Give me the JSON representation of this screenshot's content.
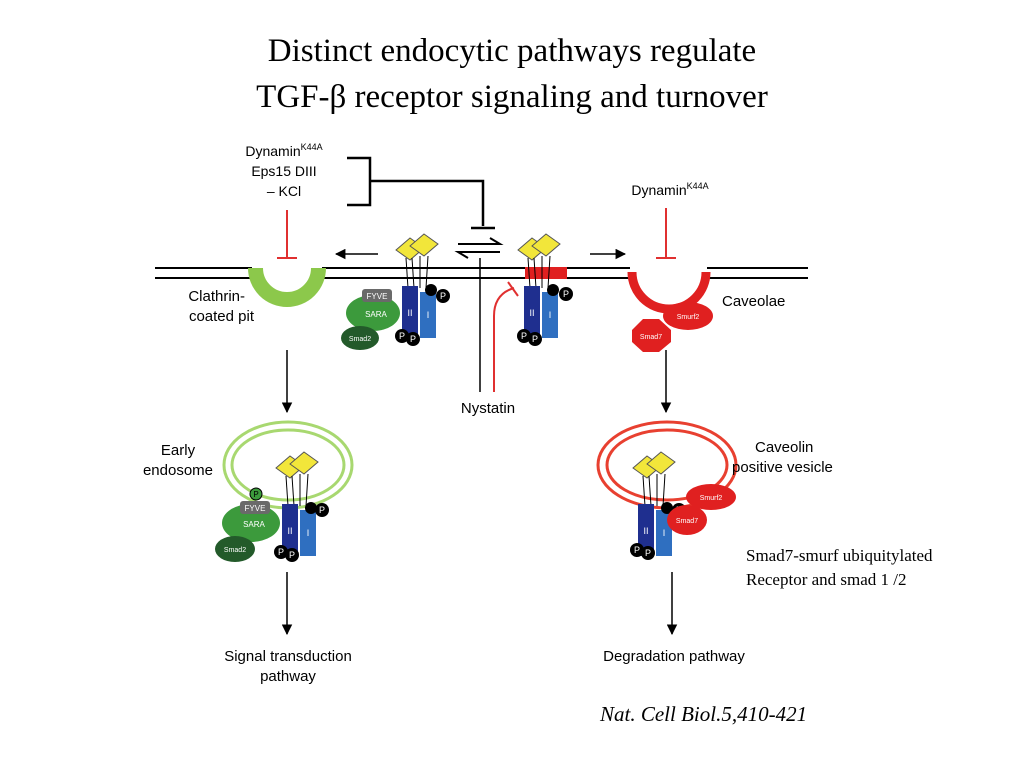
{
  "title": {
    "line1": "Distinct endocytic pathways regulate",
    "line2": "TGF-β receptor signaling and turnover"
  },
  "labels": {
    "inhibitors_left": {
      "line1": "Dynamin",
      "line1_sup": "K44A",
      "line2": "Eps15 DIII",
      "line3": "– KCl"
    },
    "inhibitor_right": {
      "text": "Dynamin",
      "sup": "K44A"
    },
    "clathrin": {
      "line1": "Clathrin-",
      "line2": "coated pit"
    },
    "caveolae": "Caveolae",
    "nystatin": "Nystatin",
    "early_endosome": {
      "line1": "Early",
      "line2": "endosome"
    },
    "caveolin_vesicle": {
      "line1": "Caveolin",
      "line2": "positive vesicle"
    },
    "signal_pathway": {
      "line1": "Signal transduction",
      "line2": "pathway"
    },
    "degradation_pathway": "Degradation pathway"
  },
  "proteins": {
    "fyve": "FYVE",
    "sara": "SARA",
    "smad2": "Smad2",
    "smad7": "Smad7",
    "smurf2": "Smurf2",
    "receptor_ii": "II",
    "receptor_i": "I",
    "phospho": "P"
  },
  "note": {
    "line1": "Smad7-smurf ubiquitylated",
    "line2": "Receptor and smad 1 /2"
  },
  "citation": "Nat. Cell Biol.5,410-421",
  "colors": {
    "clathrin_green": "#8cc84b",
    "sara_green": "#3c9a3c",
    "smad2_dark_green": "#235a2a",
    "caveolae_red": "#e02020",
    "receptor_navy": "#1f2f8f",
    "receptor_blue": "#2f6fc0",
    "ligand_yellow": "#f2e63a",
    "inhibitor_red": "#e03030"
  }
}
